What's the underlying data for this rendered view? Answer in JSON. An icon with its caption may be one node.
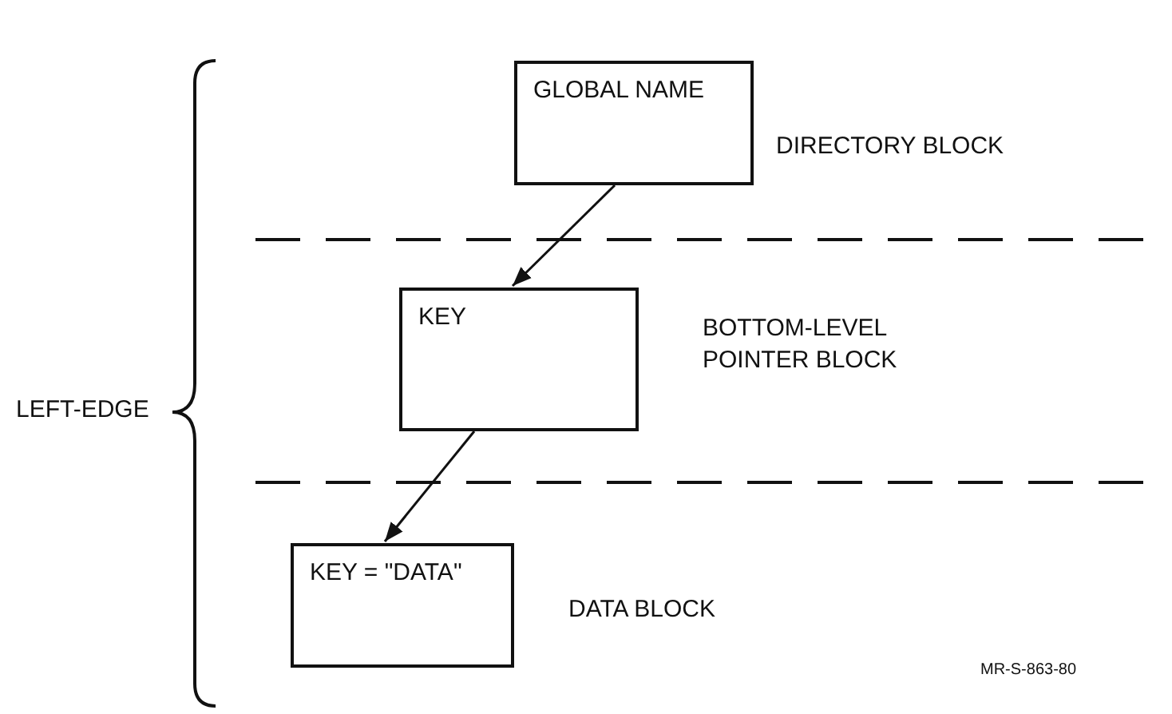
{
  "diagram": {
    "nodes": [
      {
        "text": [
          "GLOBAL NAME"
        ],
        "beside": [
          "DIRECTORY BLOCK"
        ]
      },
      {
        "text": [
          "KEY"
        ],
        "beside": [
          "BOTTOM-LEVEL POINTER BLOCK"
        ]
      },
      {
        "text": [
          "KEY = \"DATA\""
        ],
        "beside": [
          "DATA BLOCK"
        ]
      }
    ],
    "edges": [
      {
        "from": 0,
        "to": 1,
        "arrow": "to"
      },
      {
        "from": 1,
        "to": 2,
        "arrow": "to"
      }
    ],
    "labels": [
      "LEFT-EDGE",
      "MR-S-863-80"
    ]
  }
}
